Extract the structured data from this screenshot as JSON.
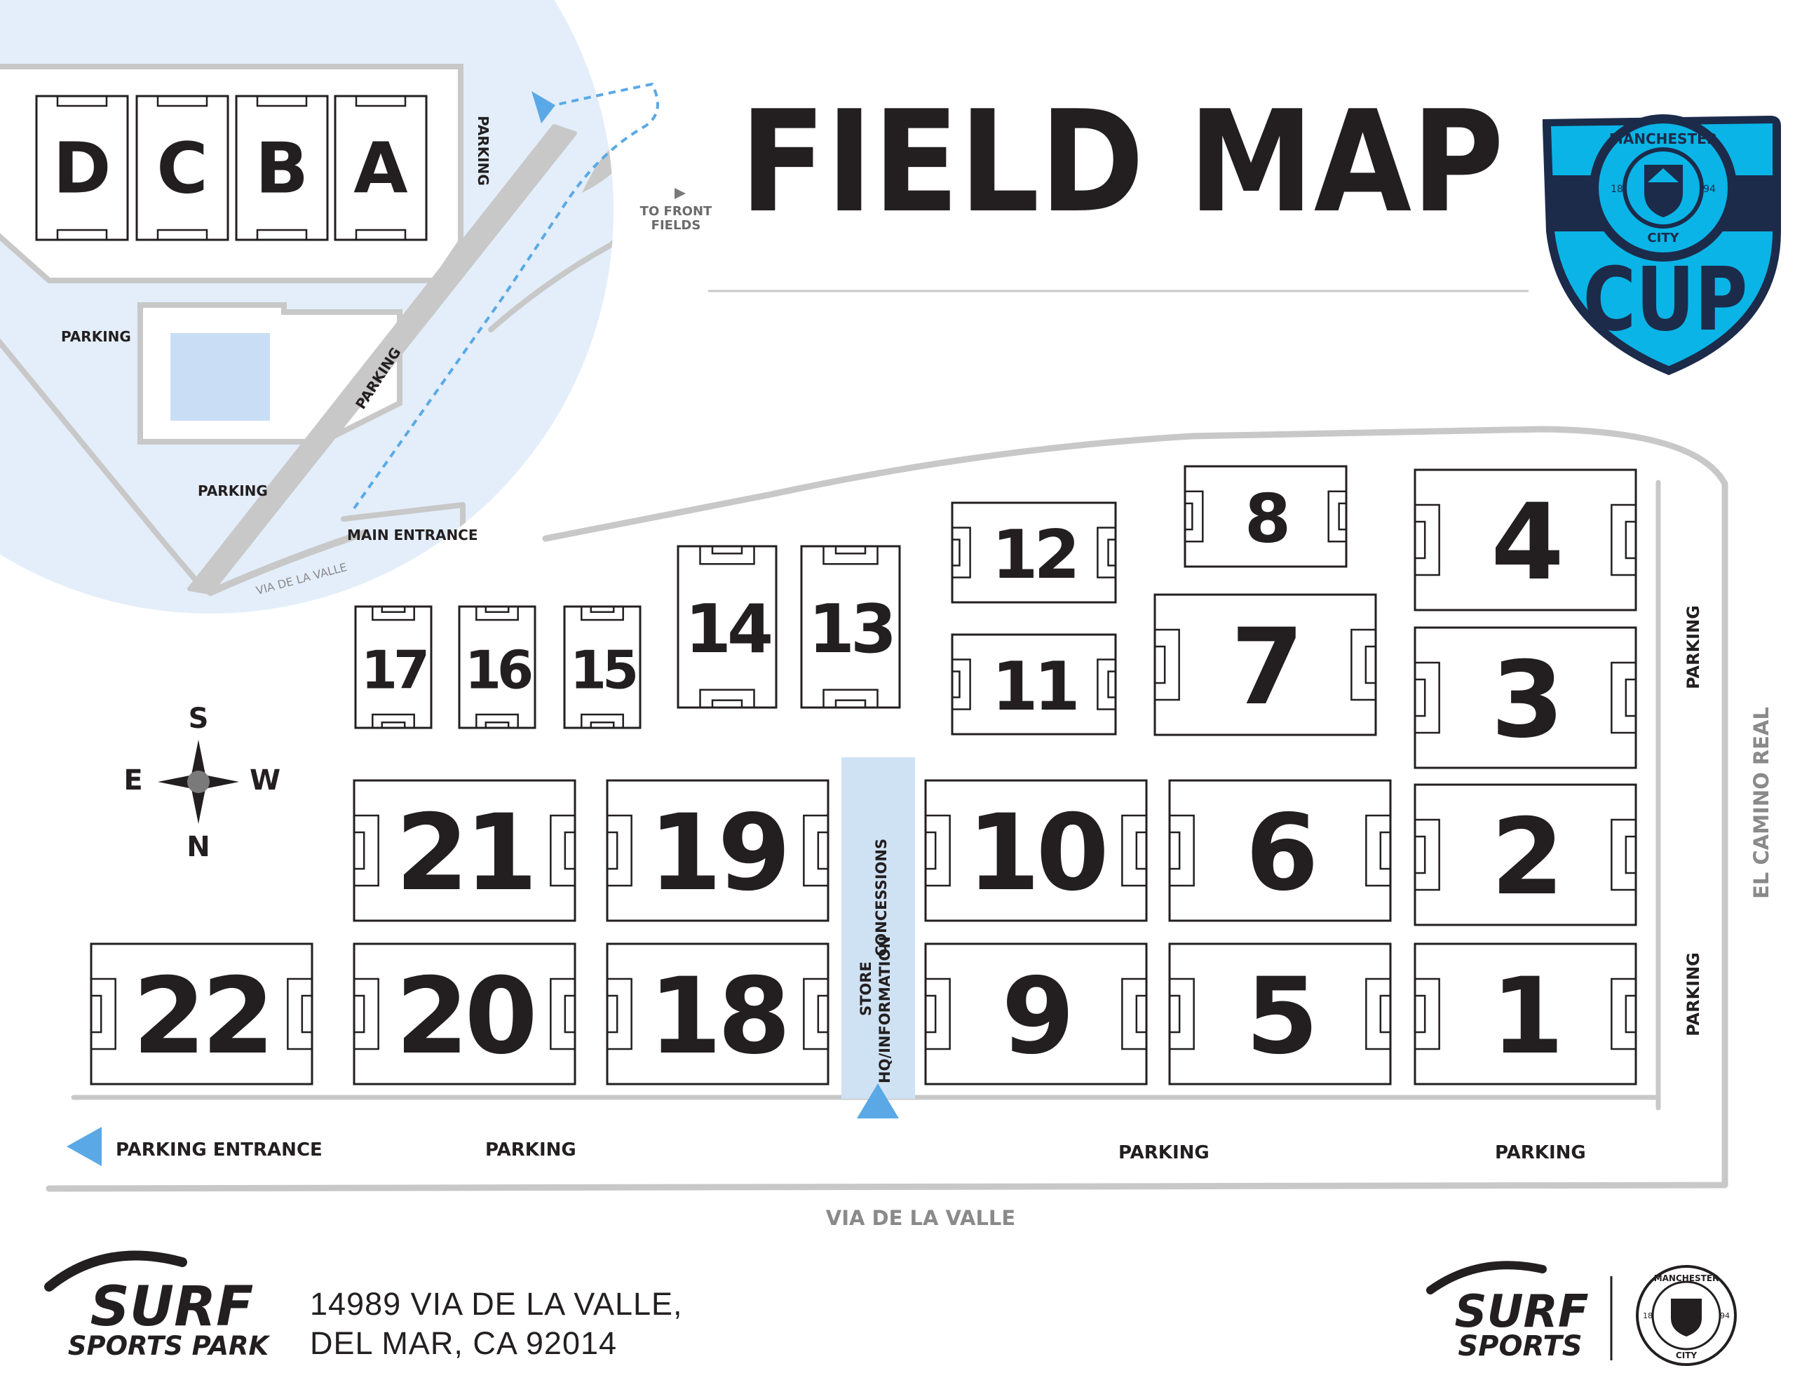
{
  "title": "FIELD MAP",
  "badge": {
    "ring_text": "MANCHESTER",
    "city": "CITY",
    "year_left": "18",
    "year_right": "94",
    "cup": "CUP"
  },
  "colors": {
    "accent_blue": "#0ab4e6",
    "navy": "#1c2b4a",
    "light_blue": "#d3e6f7",
    "arrow_blue": "#5aa9e6",
    "road_gray": "#c8c8c8",
    "ink": "#231f20"
  },
  "inset": {
    "fields": [
      "D",
      "C",
      "B",
      "A"
    ],
    "labels": {
      "parking_top": "PARKING",
      "parking_left": "PARKING",
      "parking_diag": "PARKING",
      "parking_bottom": "PARKING",
      "main_entrance": "MAIN ENTRANCE",
      "via_de_la_valle": "VIA DE LA VALLE",
      "to_front_1": "TO FRONT",
      "to_front_2": "FIELDS"
    }
  },
  "fields": {
    "f1": "1",
    "f2": "2",
    "f3": "3",
    "f4": "4",
    "f5": "5",
    "f6": "6",
    "f7": "7",
    "f8": "8",
    "f9": "9",
    "f10": "10",
    "f11": "11",
    "f12": "12",
    "f13": "13",
    "f14": "14",
    "f15": "15",
    "f16": "16",
    "f17": "17",
    "f18": "18",
    "f19": "19",
    "f20": "20",
    "f21": "21",
    "f22": "22"
  },
  "compass": {
    "s": "S",
    "e": "E",
    "w": "W",
    "n": "N"
  },
  "labels": {
    "concessions": "CONCESSIONS",
    "store": "STORE",
    "hq_information": "HQ/INFORMATION",
    "parking_entrance": "PARKING ENTRANCE",
    "parking_1": "PARKING",
    "parking_2": "PARKING",
    "parking_3": "PARKING",
    "parking_right_top": "PARKING",
    "parking_right_bottom": "PARKING",
    "el_camino_real": "EL CAMINO REAL",
    "via_de_la_valle": "VIA DE LA VALLE"
  },
  "footer": {
    "logo_top": "SURF",
    "logo_bottom": "SPORTS PARK",
    "address_line1": "14989 VIA DE LA VALLE,",
    "address_line2": "DEL MAR, CA 92014",
    "right_logo_top": "SURF",
    "right_logo_bottom": "SPORTS",
    "crest_ring": "MANCHESTER",
    "crest_city": "CITY",
    "crest_left": "18",
    "crest_right": "94"
  }
}
